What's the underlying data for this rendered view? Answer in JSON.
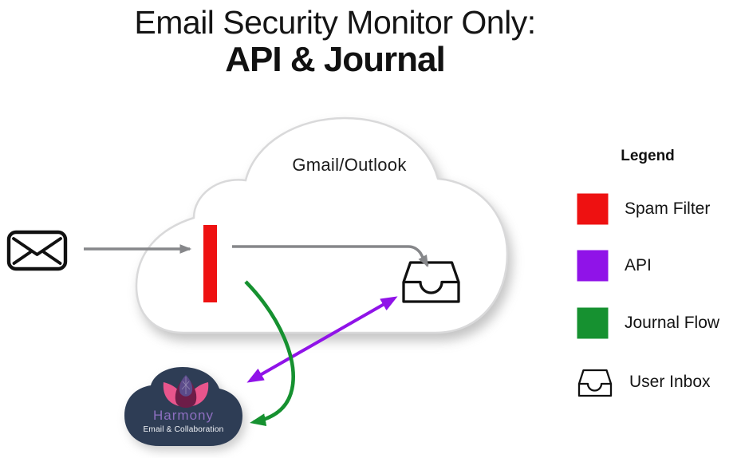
{
  "title": {
    "line1": "Email Security Monitor Only:",
    "line2": "API & Journal"
  },
  "provider_cloud": {
    "label": "Gmail/Outlook"
  },
  "harmony_cloud": {
    "name": "Harmony",
    "subtitle": "Email & Collaboration"
  },
  "legend": {
    "title": "Legend",
    "items": [
      {
        "label": "Spam Filter",
        "swatch": "spam-filter-color"
      },
      {
        "label": "API",
        "swatch": "api-color"
      },
      {
        "label": "Journal Flow",
        "swatch": "journal-flow-color"
      },
      {
        "label": "User Inbox",
        "swatch": "inbox-icon"
      }
    ]
  },
  "colors": {
    "spam_filter": "#ee1111",
    "api": "#9013e8",
    "journal_flow": "#169130",
    "flow_gray": "#86878a",
    "cloud_outline": "#d9d9da",
    "harmony_navy": "#2e3d55",
    "harmony_title": "#8d6fc0",
    "lotus_pink": "#e8558c",
    "lotus_plum": "#6d1d48",
    "lotus_purple": "#5b4b8a",
    "ink": "#111111"
  }
}
